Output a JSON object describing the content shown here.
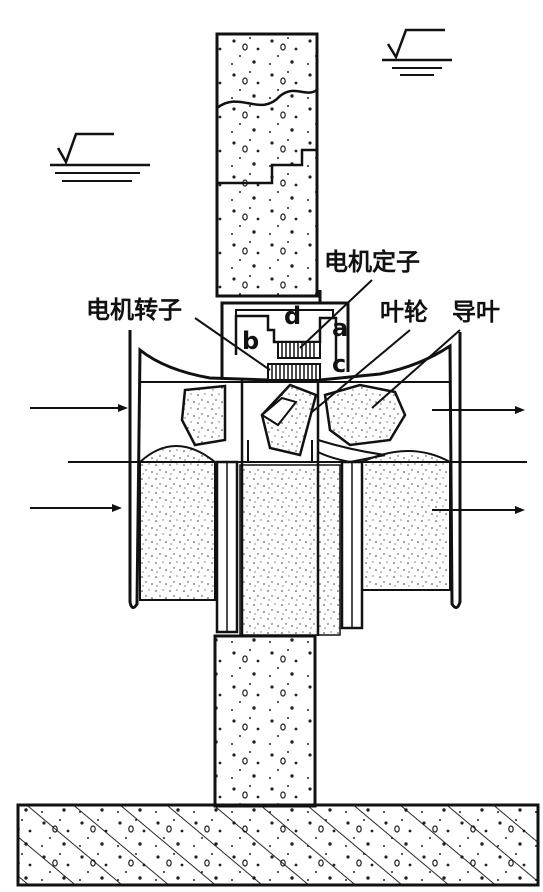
{
  "labels": {
    "motor_stator": "电机定子",
    "motor_rotor": "电机转子",
    "impeller": "叶轮",
    "guide_vane": "导叶",
    "part_a": "a",
    "part_b": "b",
    "part_c": "c",
    "part_d": "d"
  },
  "icons": [
    "water-level-symbol",
    "flow-arrow"
  ],
  "colors": {
    "ink": "#111111",
    "paper": "#ffffff",
    "concrete_dot": "#333333"
  }
}
